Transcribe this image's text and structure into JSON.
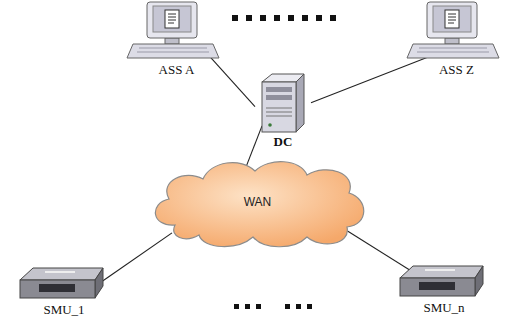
{
  "diagram": {
    "nodes": [
      {
        "text": [
          "ASS A"
        ]
      },
      {
        "text": [
          "ASS Z"
        ]
      },
      {
        "text": [
          "DC"
        ]
      },
      {
        "text": [
          "WAN"
        ]
      },
      {
        "text": [
          "SMU_1"
        ]
      },
      {
        "text": [
          "SMU_n"
        ]
      }
    ],
    "edges": [
      {
        "from": 0,
        "to": 2,
        "arrow": "none"
      },
      {
        "from": 1,
        "to": 2,
        "arrow": "none"
      },
      {
        "from": 2,
        "to": 3,
        "arrow": "none"
      },
      {
        "from": 3,
        "to": 4,
        "arrow": "none"
      },
      {
        "from": 3,
        "to": 5,
        "arrow": "none"
      }
    ]
  }
}
